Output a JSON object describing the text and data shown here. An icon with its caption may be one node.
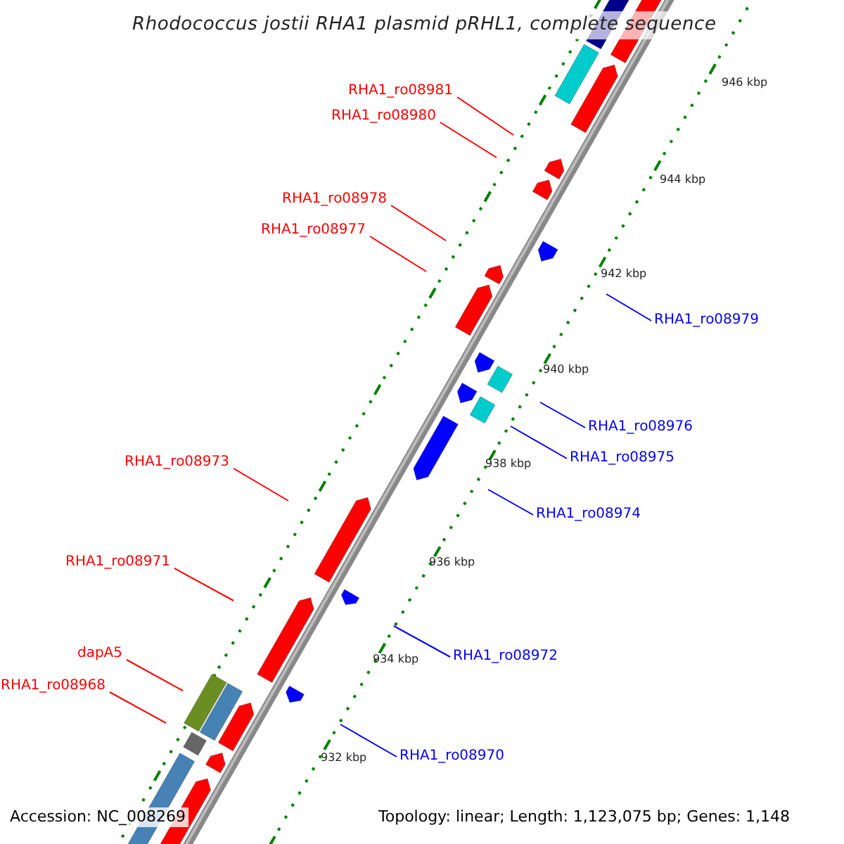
{
  "diagram": {
    "title": "Rhodococcus jostii RHA1 plasmid pRHL1, complete sequence",
    "nodes": [
      {
        "text": [
          "RHA1_ro08981"
        ]
      },
      {
        "text": [
          "RHA1_ro08980"
        ]
      },
      {
        "text": [
          "RHA1_ro08978"
        ]
      },
      {
        "text": [
          "RHA1_ro08977"
        ]
      },
      {
        "text": [
          "RHA1_ro08979"
        ]
      },
      {
        "text": [
          "RHA1_ro08976"
        ]
      },
      {
        "text": [
          "RHA1_ro08975"
        ]
      },
      {
        "text": [
          "RHA1_ro08973"
        ]
      },
      {
        "text": [
          "RHA1_ro08974"
        ]
      },
      {
        "text": [
          "RHA1_ro08971"
        ]
      },
      {
        "text": [
          "RHA1_ro08972"
        ]
      },
      {
        "text": [
          "dapA5"
        ]
      },
      {
        "text": [
          "RHA1_ro08968"
        ]
      },
      {
        "text": [
          "RHA1_ro08970"
        ]
      }
    ],
    "edges": [
      {
        "from": 0,
        "to": null,
        "arrow": "none"
      },
      {
        "from": 1,
        "to": null,
        "arrow": "none"
      },
      {
        "from": 2,
        "to": null,
        "arrow": "none"
      },
      {
        "from": 3,
        "to": null,
        "arrow": "none"
      },
      {
        "from": 4,
        "to": null,
        "arrow": "none",
        "color": "#0000ff"
      },
      {
        "from": 5,
        "to": null,
        "arrow": "none",
        "color": "#0000ff"
      },
      {
        "from": 6,
        "to": null,
        "arrow": "none",
        "color": "#0000ff"
      },
      {
        "from": 7,
        "to": null,
        "arrow": "none"
      },
      {
        "from": 8,
        "to": null,
        "arrow": "none",
        "color": "#0000ff"
      },
      {
        "from": 9,
        "to": null,
        "arrow": "none"
      },
      {
        "from": 10,
        "to": null,
        "arrow": "none",
        "color": "#0000ff"
      },
      {
        "from": 11,
        "to": null,
        "arrow": "none"
      },
      {
        "from": 12,
        "to": null,
        "arrow": "none"
      },
      {
        "from": 13,
        "to": null,
        "arrow": "none",
        "color": "#0000ff"
      }
    ],
    "labels": [
      "946 kbp",
      "944 kbp",
      "942 kbp",
      "940 kbp",
      "938 kbp",
      "936 kbp",
      "934 kbp",
      "932 kbp",
      "Accession: NC_008269",
      "Topology: linear; Length: 1,123,075 bp; Genes: 1,148"
    ]
  }
}
